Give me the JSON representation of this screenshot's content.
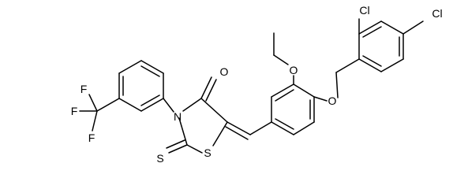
{
  "diagram": {
    "type": "chemical-structure",
    "atoms": [
      {
        "id": "Cl1",
        "label": "Cl"
      },
      {
        "id": "Cl2",
        "label": "Cl"
      },
      {
        "id": "O1",
        "label": "O"
      },
      {
        "id": "O2",
        "label": "O"
      },
      {
        "id": "O3",
        "label": "O"
      },
      {
        "id": "N1",
        "label": "N"
      },
      {
        "id": "S1",
        "label": "S"
      },
      {
        "id": "S2",
        "label": "S"
      },
      {
        "id": "F1",
        "label": "F"
      },
      {
        "id": "F2",
        "label": "F"
      },
      {
        "id": "F3",
        "label": "F"
      }
    ]
  }
}
